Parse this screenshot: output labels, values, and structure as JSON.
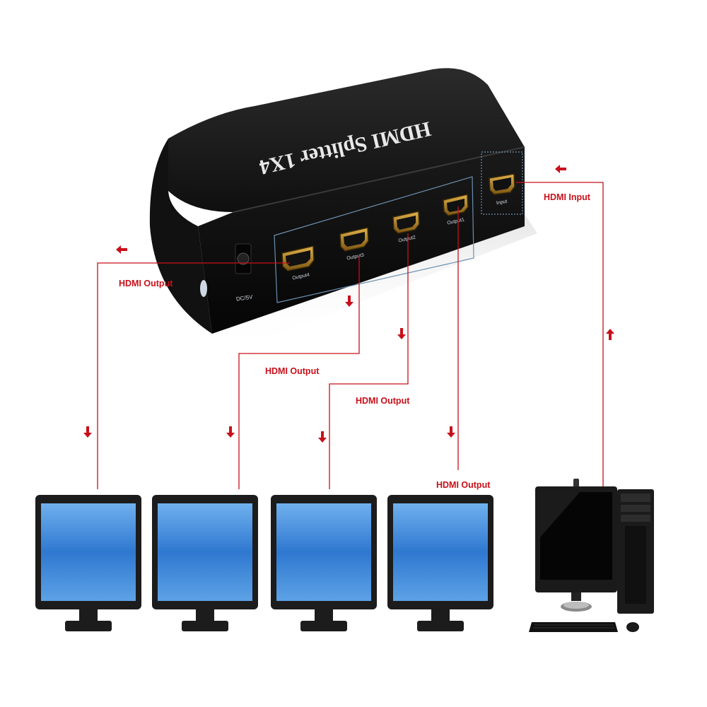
{
  "device": {
    "title": "HDMI Splitter 1X4",
    "ports": [
      "Output4",
      "Output3",
      "Output2",
      "Output1"
    ],
    "input_port": "Input",
    "power_label": "DC/5V"
  },
  "connections": {
    "output_labels": [
      "HDMI Output",
      "HDMI Output",
      "HDMI Output",
      "HDMI Output"
    ],
    "input_label": "HDMI Input"
  },
  "colors": {
    "cable": "#c8101a",
    "device_body": "#161616",
    "monitor_screen": "#3f86d8",
    "monitor_frame": "#202020"
  },
  "icons": {
    "display": "monitor-icon",
    "source": "desktop-computer-icon",
    "direction": "arrow-icon"
  }
}
